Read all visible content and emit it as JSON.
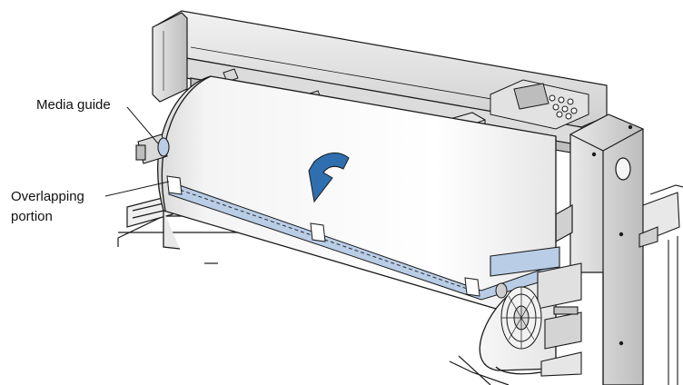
{
  "labels": {
    "media_guide": "Media guide",
    "overlapping_line1": "Overlapping",
    "overlapping_line2": "portion"
  },
  "colors": {
    "outline": "#1a1a1a",
    "paper": "#ffffff",
    "shade_light": "#e8e8e8",
    "shade_mid": "#cfcfcf",
    "shade_dark": "#a8a8a8",
    "overlap_band": "#b9cde6",
    "arrow": "#2f6fb0"
  },
  "icons": {
    "feed_direction": "curved-arrow-down-icon"
  }
}
